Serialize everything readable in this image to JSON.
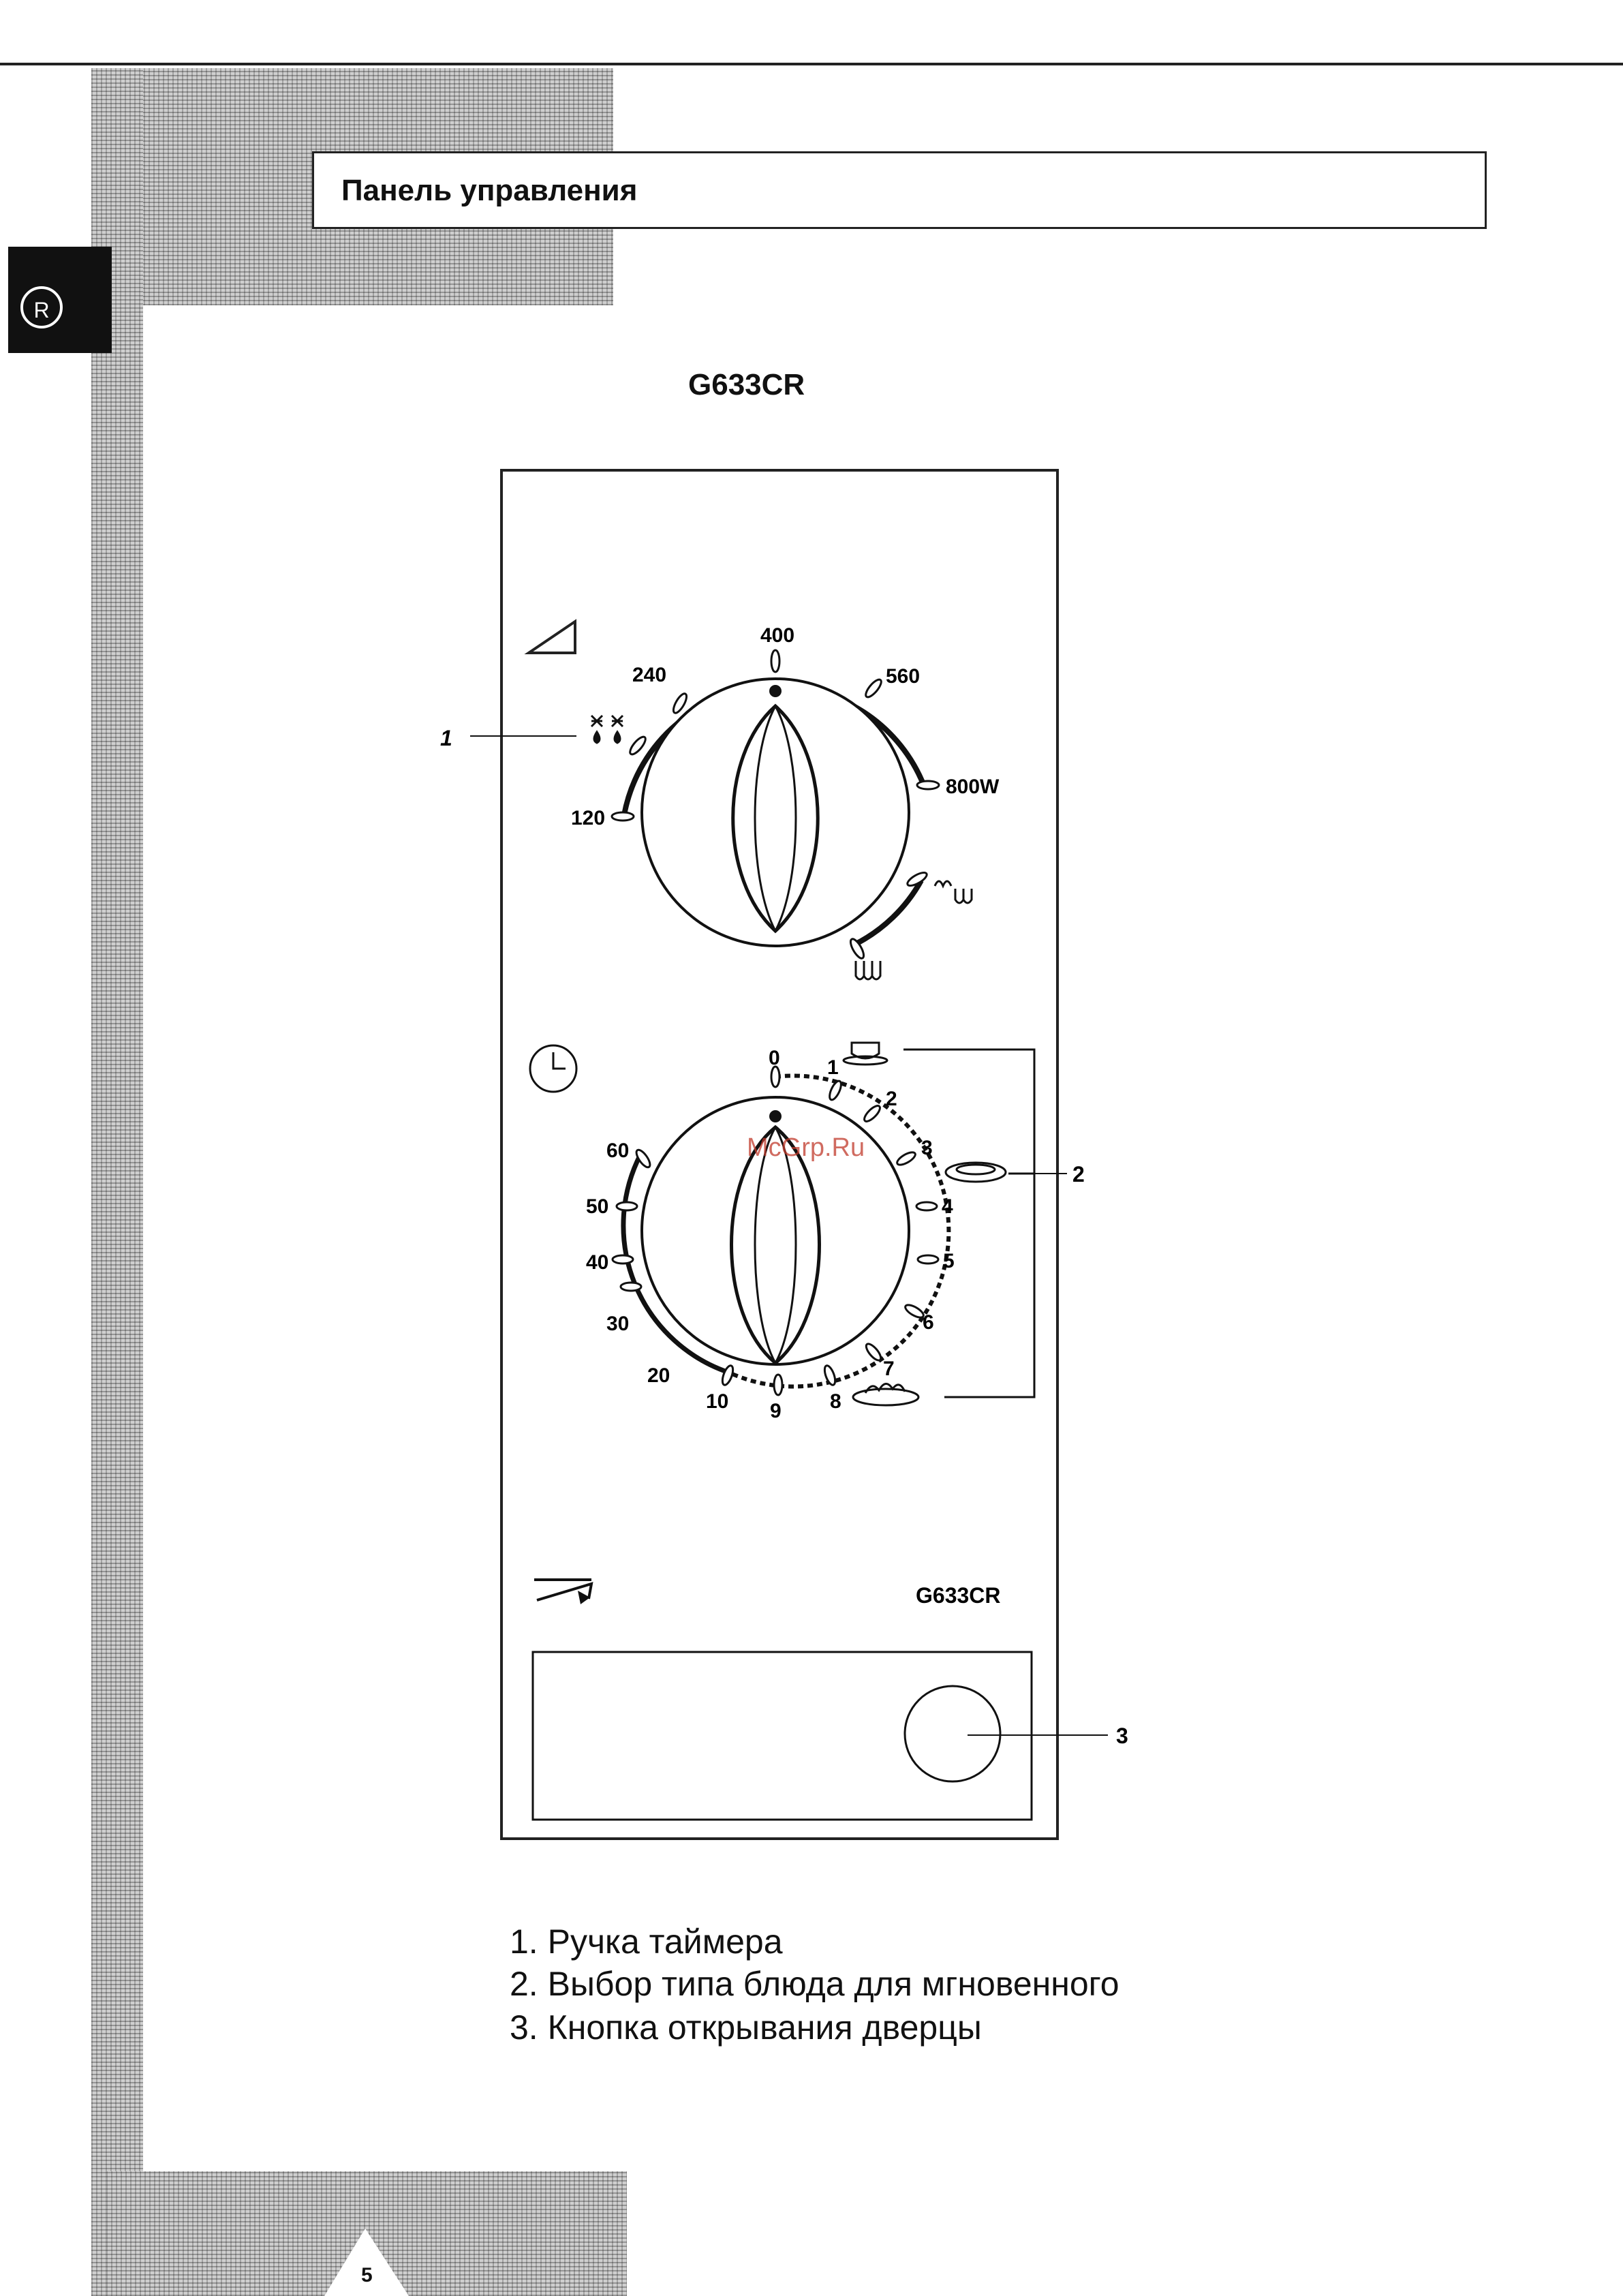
{
  "header": {
    "section_title": "Панель управления",
    "lang_badge": "R"
  },
  "model_heading": "G633CR",
  "panel": {
    "power_dial": {
      "marks": [
        "120",
        "240",
        "400",
        "560",
        "800W"
      ],
      "function_labels": [
        "grill-combi",
        "grill"
      ]
    },
    "timer_dial": {
      "minute_marks": [
        "10",
        "20",
        "30",
        "40",
        "50",
        "60"
      ],
      "auto_marks": [
        "0",
        "1",
        "2",
        "3",
        "4",
        "5",
        "6",
        "7",
        "8",
        "9"
      ]
    },
    "model_label": "G633CR",
    "callouts": [
      "1",
      "2",
      "3"
    ],
    "watermark": "McGrp.Ru"
  },
  "legend": [
    "1. Ручка таймера",
    "2. Выбор типа блюда для мгновенного",
    "3. Кнопка открывания дверцы"
  ],
  "page_number": "5"
}
